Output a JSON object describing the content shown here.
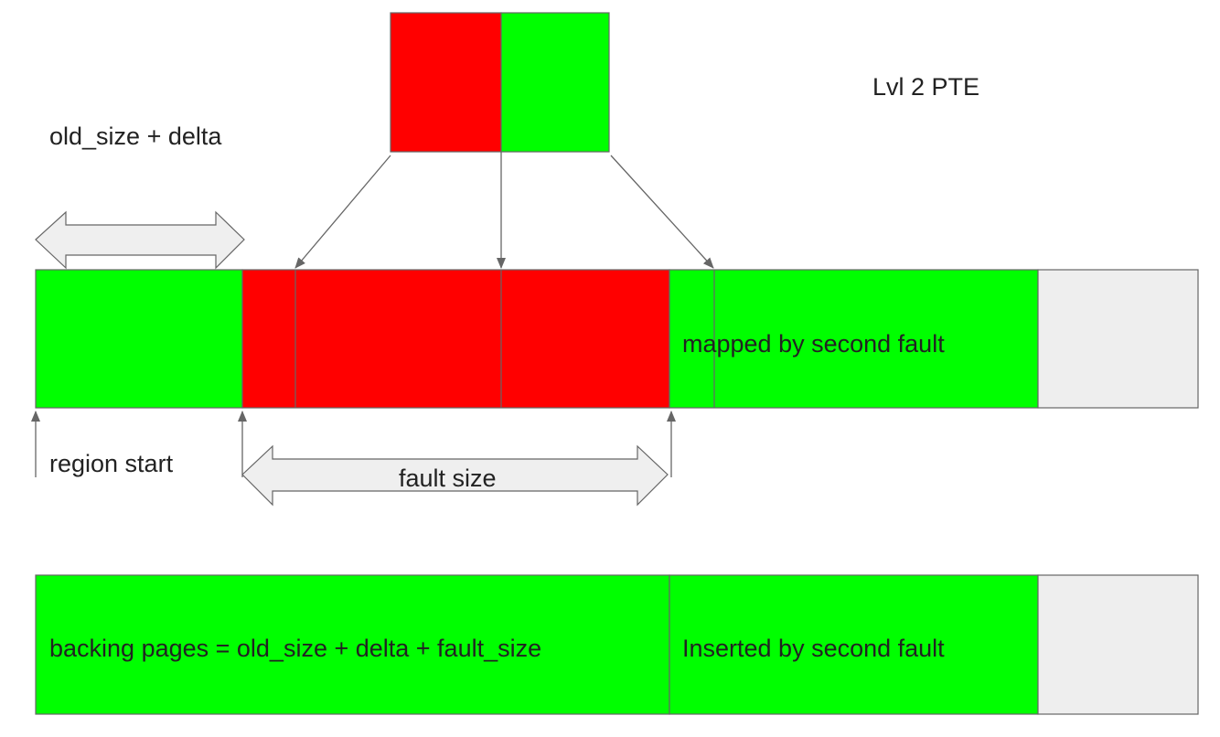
{
  "labels": {
    "pte": "Lvl 2 PTE",
    "old_size_delta": "old_size + delta",
    "region_start": "region start",
    "fault_size": "fault size",
    "mapped_second": "mapped by second fault",
    "backing_pages": "backing pages = old_size + delta + fault_size",
    "inserted_second": "Inserted by second fault"
  },
  "colors": {
    "faulted": "#ff0000",
    "mapped": "#00ff00",
    "unused": "#eeeeee",
    "arrow_fill": "#efefef",
    "line": "#666666"
  }
}
